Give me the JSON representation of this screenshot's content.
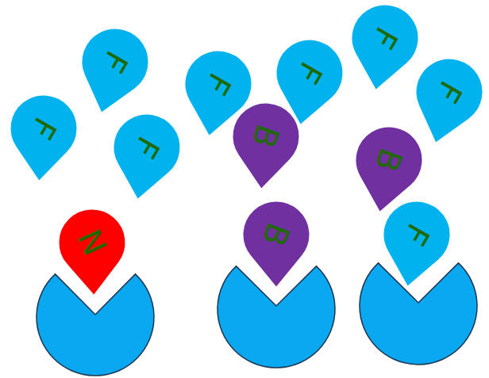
{
  "diagram": {
    "nodes": [
      {
        "text": [
          "F"
        ]
      },
      {
        "text": [
          "F"
        ]
      },
      {
        "text": [
          "F"
        ]
      },
      {
        "text": [
          "F"
        ]
      },
      {
        "text": [
          "F"
        ]
      },
      {
        "text": [
          "F"
        ]
      },
      {
        "text": [
          "B"
        ]
      },
      {
        "text": [
          "F"
        ]
      },
      {
        "text": [
          "B"
        ]
      },
      {
        "text": [
          "N"
        ]
      },
      {
        "text": [
          "B"
        ]
      },
      {
        "text": [
          "F"
        ]
      }
    ]
  }
}
